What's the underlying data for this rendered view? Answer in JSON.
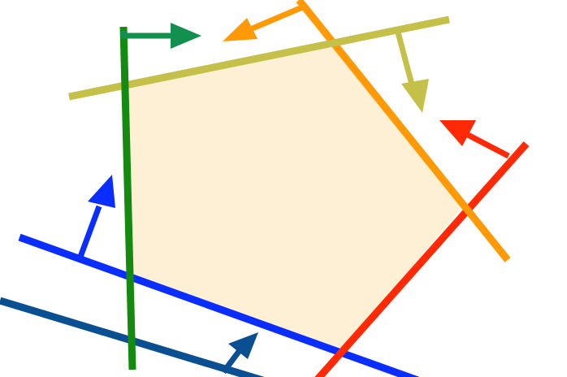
{
  "diagram": {
    "region": {
      "fill_color": "#FDF0D5"
    },
    "lines": [
      {
        "id": "yellow-olive",
        "color": "#C4C04A"
      },
      {
        "id": "orange",
        "color": "#FF9905"
      },
      {
        "id": "green",
        "color": "#158A10"
      },
      {
        "id": "blue",
        "color": "#0A2EFF"
      },
      {
        "id": "navy",
        "color": "#0A4F91"
      },
      {
        "id": "red",
        "color": "#FF2A05"
      }
    ],
    "normals": [
      {
        "id": "green-normal",
        "color": "#138F4E"
      },
      {
        "id": "orange-normal",
        "color": "#FF9905"
      },
      {
        "id": "yellow-olive-normal",
        "color": "#C4C04A"
      },
      {
        "id": "red-normal",
        "color": "#FF2A05"
      },
      {
        "id": "blue-normal",
        "color": "#0A2EFF"
      },
      {
        "id": "navy-normal",
        "color": "#0A4F91"
      }
    ]
  }
}
